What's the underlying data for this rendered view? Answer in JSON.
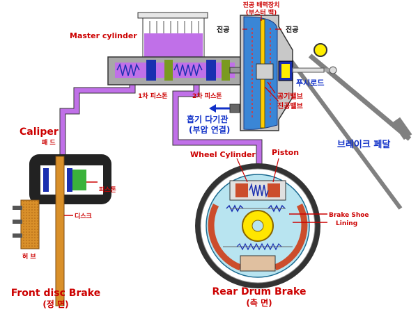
{
  "labels": {
    "master_cylinder": "Master cylinder",
    "booster": "진공 배력장치",
    "booster_sub": "(부스터 백)",
    "vacuum_left": "진공",
    "vacuum_right": "진공",
    "push_rod": "푸시로드",
    "air_valve": "공기밸브",
    "vacuum_valve": "진공밸브",
    "piston_1": "1차 피스톤",
    "piston_2": "2차 피스톤",
    "intake_1": "흡기 다기관",
    "intake_2": "(부압 연결)",
    "brake_pedal": "브레이크 페달",
    "caliper": "Caliper",
    "pad": "패 드",
    "piston_front": "피스톤",
    "disc": "디스크",
    "hub": "허 브",
    "front_title": "Front disc Brake",
    "front_sub": "(정 면)",
    "wheel_cylinder": "Wheel Cylinder",
    "piston_rear": "Piston",
    "brake_shoe": "Brake Shoe",
    "lining": "Lining",
    "rear_title": "Rear Drum Brake",
    "rear_sub": "(측 면)"
  },
  "colors": {
    "label_red": "#cc0000",
    "label_blue": "#1030c8",
    "fluid": "#c070e8",
    "booster": "#3a86d6",
    "drum_bg": "#b8e4f0"
  }
}
